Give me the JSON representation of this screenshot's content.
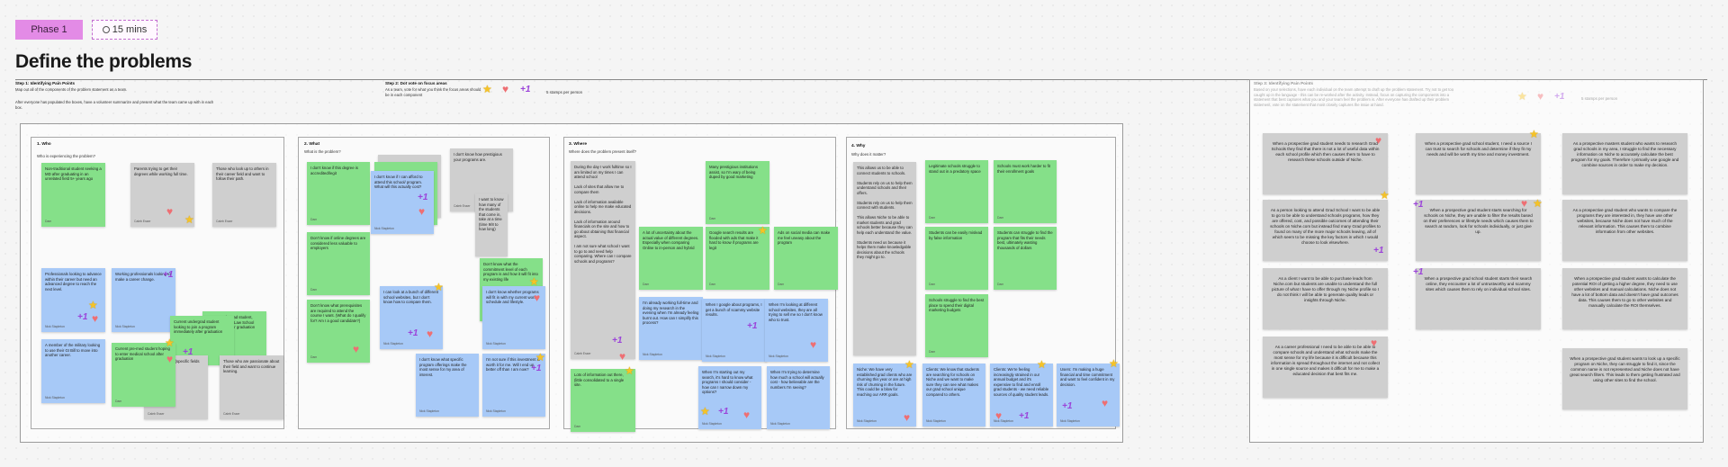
{
  "phase": "Phase 1",
  "timer": "15 mins",
  "title": "Define the problems",
  "step1": {
    "label": "Step 1: Identifying Pain Points",
    "line1": "Map out all of the components of the problem statement as a team.",
    "line2": "After everyone has populated the boxes, have a volunteer summarize and present what the team came up with in each box."
  },
  "step2": {
    "label": "Step 2: Dot vote on focus areas",
    "text": "As a team, vote for what you think the focus areas should be in each component",
    "stamps": "5 stamps per person"
  },
  "step3": {
    "label": "Step 3: Identifying Pain Points",
    "text": "Based on your selections, have each individual on the team attempt to draft up the problem statement. Try not to get too caught up in the language - this can be re-worked after the activity. Instead, focus on capturing the components into a statement that best captures what you and your team feel the problem is. After everyone has drafted up their problem statement, vote on the statement that most closely captures the issue at hand.",
    "stamps": "5 stamps per person"
  },
  "sections": {
    "who": {
      "title": "1. Who",
      "sub": "Who is experiencing the problem?"
    },
    "what": {
      "title": "2. What",
      "sub": "What is the problem?"
    },
    "where": {
      "title": "3. Where",
      "sub": "Where does the problem present itself?"
    },
    "why": {
      "title": "4. Why",
      "sub": "Why does it matter?"
    }
  },
  "who_notes": [
    {
      "text": "Non-traditional student seeking a MD after graduating in an unrelated field 5+ years ago",
      "author": "Dam"
    },
    {
      "text": "Parents trying to get their degrees while working full time.",
      "author": "Caleb Esser"
    },
    {
      "text": "Those who look up to others in their career field and want to follow their path.",
      "author": "Caleb Esser"
    },
    {
      "text": "Professionals looking to advance within their career but need an advanced degree to reach the next level.",
      "author": "Nick Stapleton"
    },
    {
      "text": "Working professionals looking to make a career change.",
      "author": "Nick Stapleton"
    },
    {
      "text": "Current undergrad student, looking to join a Law School immediately after graduation",
      "author": "Dam"
    },
    {
      "text": "Current undergrad student looking to join a program immediately after graduation",
      "author": "Dam"
    },
    {
      "text": "A member of the military looking to use their GI Bill to move into another career.",
      "author": "Nick Stapleton"
    },
    {
      "text": "Current pre-med student hoping to enter medical school after graduation",
      "author": "Dam"
    },
    {
      "text": "Those who are passionate about their field and want to continue learning.",
      "author": "Caleb Esser"
    },
    {
      "text": "Career seekers (specific fields (ie nursing, ect.)",
      "author": "Caleb Esser"
    }
  ],
  "what_notes": [
    {
      "text": "I don't know if this degree is accredited/legit",
      "author": "Dam"
    },
    {
      "text": "I don't know if I can afford to attend this school/ program. What will this actually cost?",
      "author": "Nick Stapleton"
    },
    {
      "text": "I don't know how prestigious your programs are.",
      "author": "Caleb Esser"
    },
    {
      "text": "Don't know if online degrees are considered less valuable to employers",
      "author": "Dam"
    },
    {
      "text": "Don't know what prerequisites are required to attend the course I want. (What do I qualify for? Am I a good candidate?)",
      "author": "Dam"
    },
    {
      "text": "I can look at a bunch of different school websites, but I don't know how to compare them.",
      "author": "Nick Stapleton"
    },
    {
      "text": "I don't know what specific program offerings make the most sense for my area of interest.",
      "author": "Nick Stapleton"
    },
    {
      "text": "Don't know what the commitment level of each program is and how it will fit into my existing life",
      "author": "Dam"
    },
    {
      "text": "I don't know whether programs will fit in with my current work schedule and lifestyle.",
      "author": "Nick Stapleton"
    },
    {
      "text": "I'm not sure if this investment is worth it for me. Will I end up better off than I am now?",
      "author": "Nick Stapleton"
    },
    {
      "text": "I want to know how many of the students that come in, take at a time (time 9/8 to how long)",
      "author": "Caleb Esser"
    }
  ],
  "where_notes": [
    {
      "text": "During the day I work fulltime so I am limited on my times I can attend school",
      "author": ""
    },
    {
      "text": "Lack of sites that allow me to compare them",
      "author": ""
    },
    {
      "text": "Lack of information available online to help me make educated decisions.",
      "author": ""
    },
    {
      "text": "Lack of information around financials on the site and how to go about obtaining that financial aspect.",
      "author": ""
    },
    {
      "text": "I am not sure what school I want to go to and need help comparing. Where can I compare schools and programs?",
      "author": "Caleb Esser"
    },
    {
      "text": "Lots of information out there, (little consolidated to a single site.",
      "author": "Dam"
    },
    {
      "text": "Many prestigious institutions assist, so I'm wary of being duped by good marketing",
      "author": "Dam"
    },
    {
      "text": "A lot of uncertainty about the actual value of different degrees. Especially when comparing Online to in-person and hybrid",
      "author": "Dam"
    },
    {
      "text": "Google search results are flooded with ads that make it hard to know if programs are legit",
      "author": "Dam"
    },
    {
      "text": "Ads on social media can make me feel uneasy about the program",
      "author": "Dam"
    },
    {
      "text": "I'm already working full-time and doing my research in the evening when I'm already feeling burnt out. How can I simplify this process?",
      "author": "Nick Stapleton"
    },
    {
      "text": "When I google about programs, I get a bunch of scammy website results.",
      "author": "Nick Stapleton"
    },
    {
      "text": "When I'm looking at different school websites, they are all trying to sell me so I don't know who to trust.",
      "author": "Nick Stapleton"
    },
    {
      "text": "When I'm starting out my search, it's hard to know what programs I should consider - how can I narrow down my options?",
      "author": "Nick Stapleton"
    },
    {
      "text": "When I'm trying to determine how much a school will actually cost - how believable are the numbers I'm seeing?",
      "author": "Nick Stapleton"
    }
  ],
  "why_notes": [
    {
      "text": "This allows us to be able to connect students to schools.",
      "author": ""
    },
    {
      "text": "Students rely on us to help them understand schools and their offers.",
      "author": ""
    },
    {
      "text": "Students rely on us to help them connect with students.",
      "author": ""
    },
    {
      "text": "This allows Niche to be able to market students and grad schools better because they can help each understand the value.",
      "author": ""
    },
    {
      "text": "Students need us because it helps them make knowledgable decisions about the schools they might go to.",
      "author": ""
    },
    {
      "text": "Legitimate schools struggle to stand out in a predatory space",
      "author": "Dam"
    },
    {
      "text": "Schools must work harder to fit their enrollment goals",
      "author": "Dam"
    },
    {
      "text": "Students can be easily mislead by false information",
      "author": "Dam"
    },
    {
      "text": "Students can struggle to find the program that fits their needs best, ultimately wasting thousands of dollars",
      "author": "Dam"
    },
    {
      "text": "Schools struggle to find the best place to spend their digital marketing budgets",
      "author": "Dam"
    },
    {
      "text": "Niche: We have very established grad clients who are churning this year or are at high risk of churning in the future. This could be a blow for reaching our ARR goals.",
      "author": "Nick Stapleton"
    },
    {
      "text": "Clients: We know that students are searching for schools on Niche and we want to make sure they can see what makes our grad school unique compared to others.",
      "author": "Nick Stapleton"
    },
    {
      "text": "Clients: We're feeling increasingly strained in our annual budget and it's expensive to find and enroll grad students - we need reliable sources of quality student leads.",
      "author": "Nick Stapleton"
    },
    {
      "text": "Users: I'm making a huge financial and time commitment and want to feel confident in my decision.",
      "author": "Nick Stapleton"
    }
  ],
  "statements": [
    "When a prospective grad student needs to research Grad Schools they find that there is not a lot of useful data within each school profile which then causes them to have to research these schools outside of Niche.",
    "When a prospective grad school student, I need a source I can trust to search for schools and determine if they fit my needs and will be worth my time and money investment.",
    "As a prospective masters student who wants to research grad schools in my area, I struggle to find the necessary information on Niche to accurately calculate the best program for my goals. Therefore I primarily use google and combine sources in order to make my decision.",
    "As a person looking to attend Grad School I want to be able to go to be able to understand schools programs, how they are offered, cost, and possible outcomes of attending their schools on Niche.com but instead find many Grad profiles to found on many of the more major schools leaving, all of which seem to be missing the key factors in which I would choose to look elsewhere.",
    "When a prospective grad student starts searching for schools on Niche, they are unable to filter the results based on their preferences or lifestyle needs which causes them to search at random, look for schools individually, or just give up.",
    "As a prospective grad student who wants to compare the programs they are interested in, they have use other websites, because Niche does not have much of the relevant information. This causes them to combine information from other websites.",
    "As a client I want to be able to purchase leads from Niche.com but students are unable to understand the full picture of what I have to offer through my Niche profile so I do not think I will be able to generate quality leads or insights through Niche.",
    "When a prospective grad school student starts their search online, they encounter a lot of untrustworthy and scammy sites which causes them to rely on individual school sites.",
    "When a prospective grad student wants to calculate the potential ROI of getting a higher degree, they need to use other websites and manual calculations. Niche does not have a lot of bottom data and doesn't have grad outcomes data. This causes them to go to other websites and manually calculate the ROI themselves.",
    "As a career professional I need to be able to be able to compare schools and understand what schools make the most sense for my life because it is difficult because this information is spread throughout the internet and not collect in one single source and makes it difficult for me to make a educated decision that best fits me.",
    "When a prospective grad student wants to look up a specific program on Niche, they can struggle to find it, since the common name is not represented and Niche does not have great search filters. This leads to them getting frustrated and using other sites to find the school."
  ],
  "icons": {
    "star": "star-icon",
    "heart": "heart-icon",
    "plus_one": "plus-one-icon",
    "timer": "timer-icon"
  },
  "colors": {
    "green_note": "#85e089",
    "blue_note": "#a7c9f7",
    "gray_note": "#cfcfcf",
    "phase": "#e38be6",
    "star": "#f6c326",
    "heart": "#ee6f73",
    "plus_one": "#9b43d9"
  }
}
